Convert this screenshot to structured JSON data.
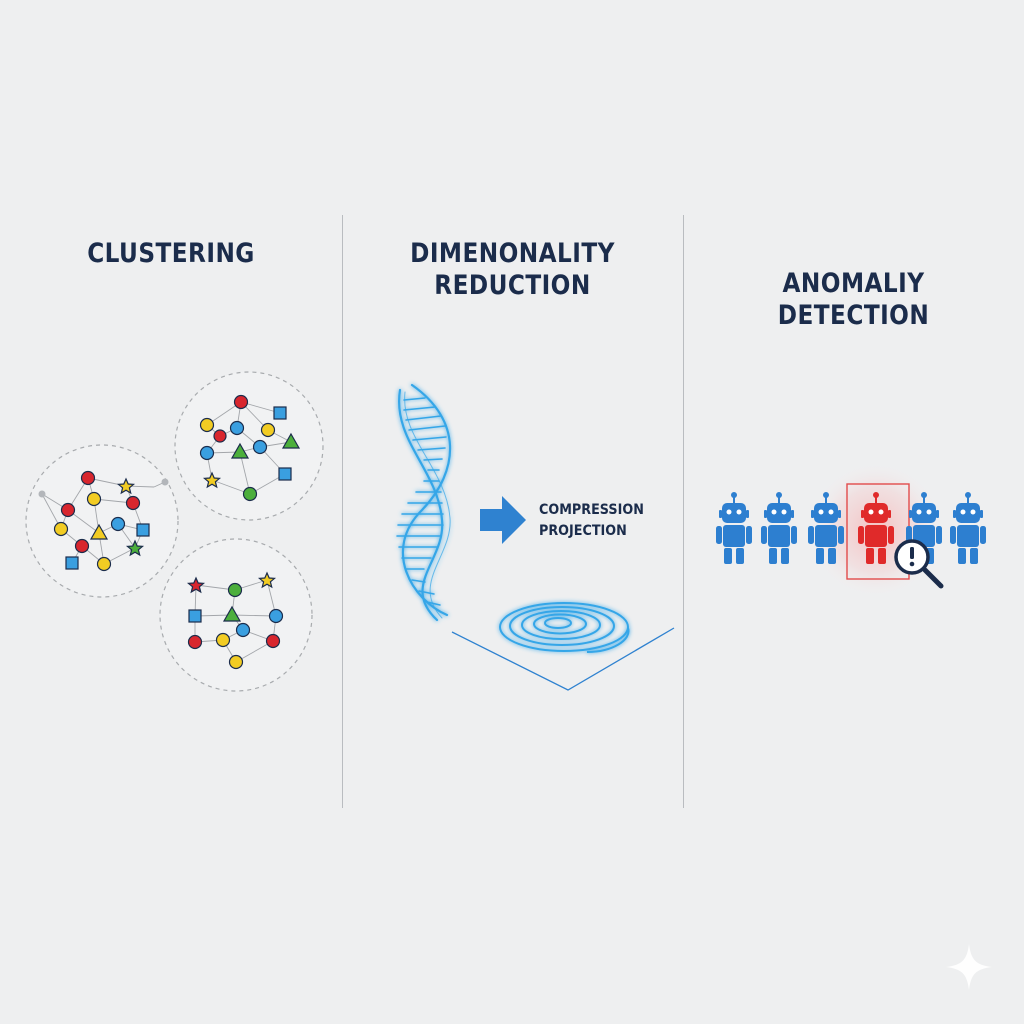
{
  "sections": [
    {
      "id": "clustering",
      "title": "CLUSTERING"
    },
    {
      "id": "dimensionality",
      "title_line1": "DIMENONALITY",
      "title_line2": "REDUCTION",
      "caption_line1": "COMPRESSION",
      "caption_line2": "PROJECTION"
    },
    {
      "id": "anomaly",
      "title_line1": "ANOMALIY",
      "title_line2": "DETECTION"
    }
  ],
  "colors": {
    "title": "#1b2c4b",
    "node_red": "#d8262e",
    "node_yellow": "#f2cc23",
    "node_blue": "#3a9fe0",
    "node_green": "#4caf3c",
    "dna_blue": "#35a6e8",
    "arrow_blue": "#2f82d0",
    "robot_blue": "#2d7fd0",
    "robot_red": "#e02a2a"
  },
  "icons": [
    "dna-helix-icon",
    "arrow-right-icon",
    "spiral-icon",
    "robot-icon",
    "magnifier-alert-icon",
    "sparkle-icon"
  ]
}
